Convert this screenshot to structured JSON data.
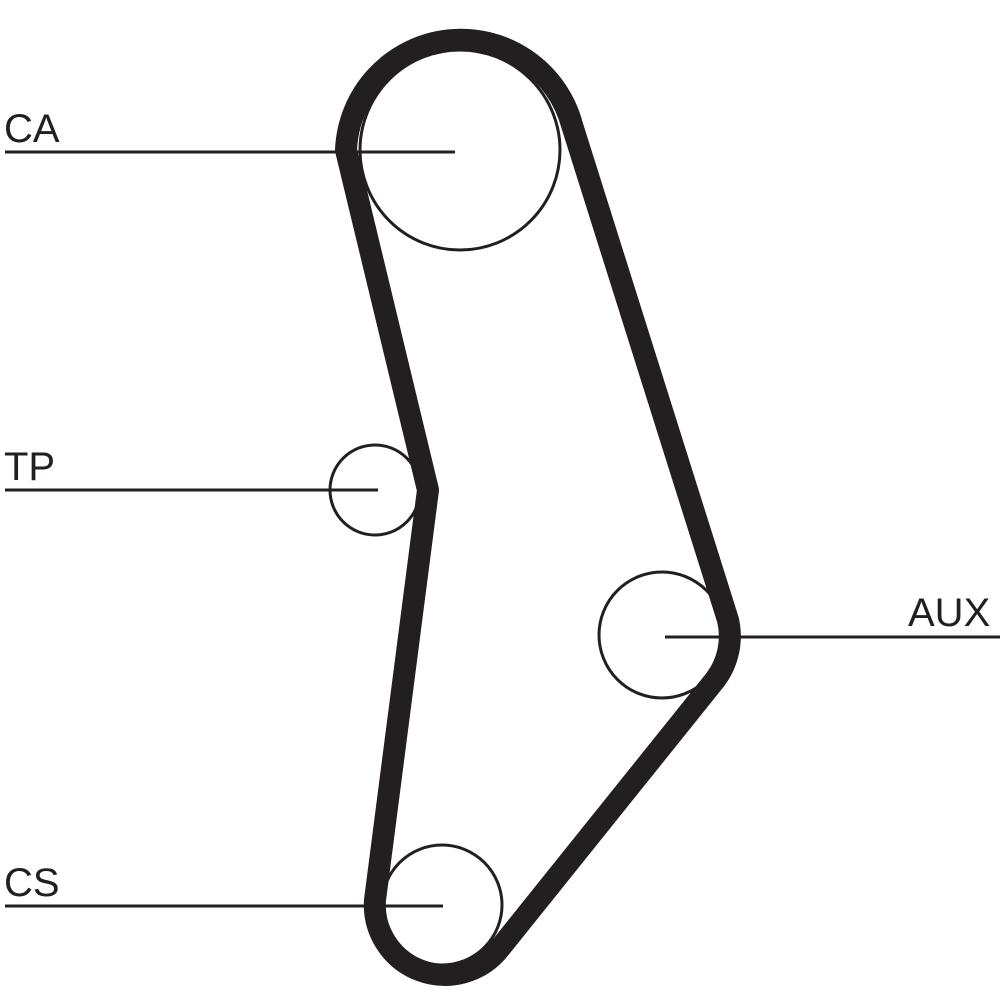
{
  "labels": {
    "ca": "CA",
    "tp": "TP",
    "aux": "AUX",
    "cs": "CS"
  },
  "colors": {
    "belt": "#231f20",
    "pulley": "#231f20",
    "background": "#ffffff"
  }
}
